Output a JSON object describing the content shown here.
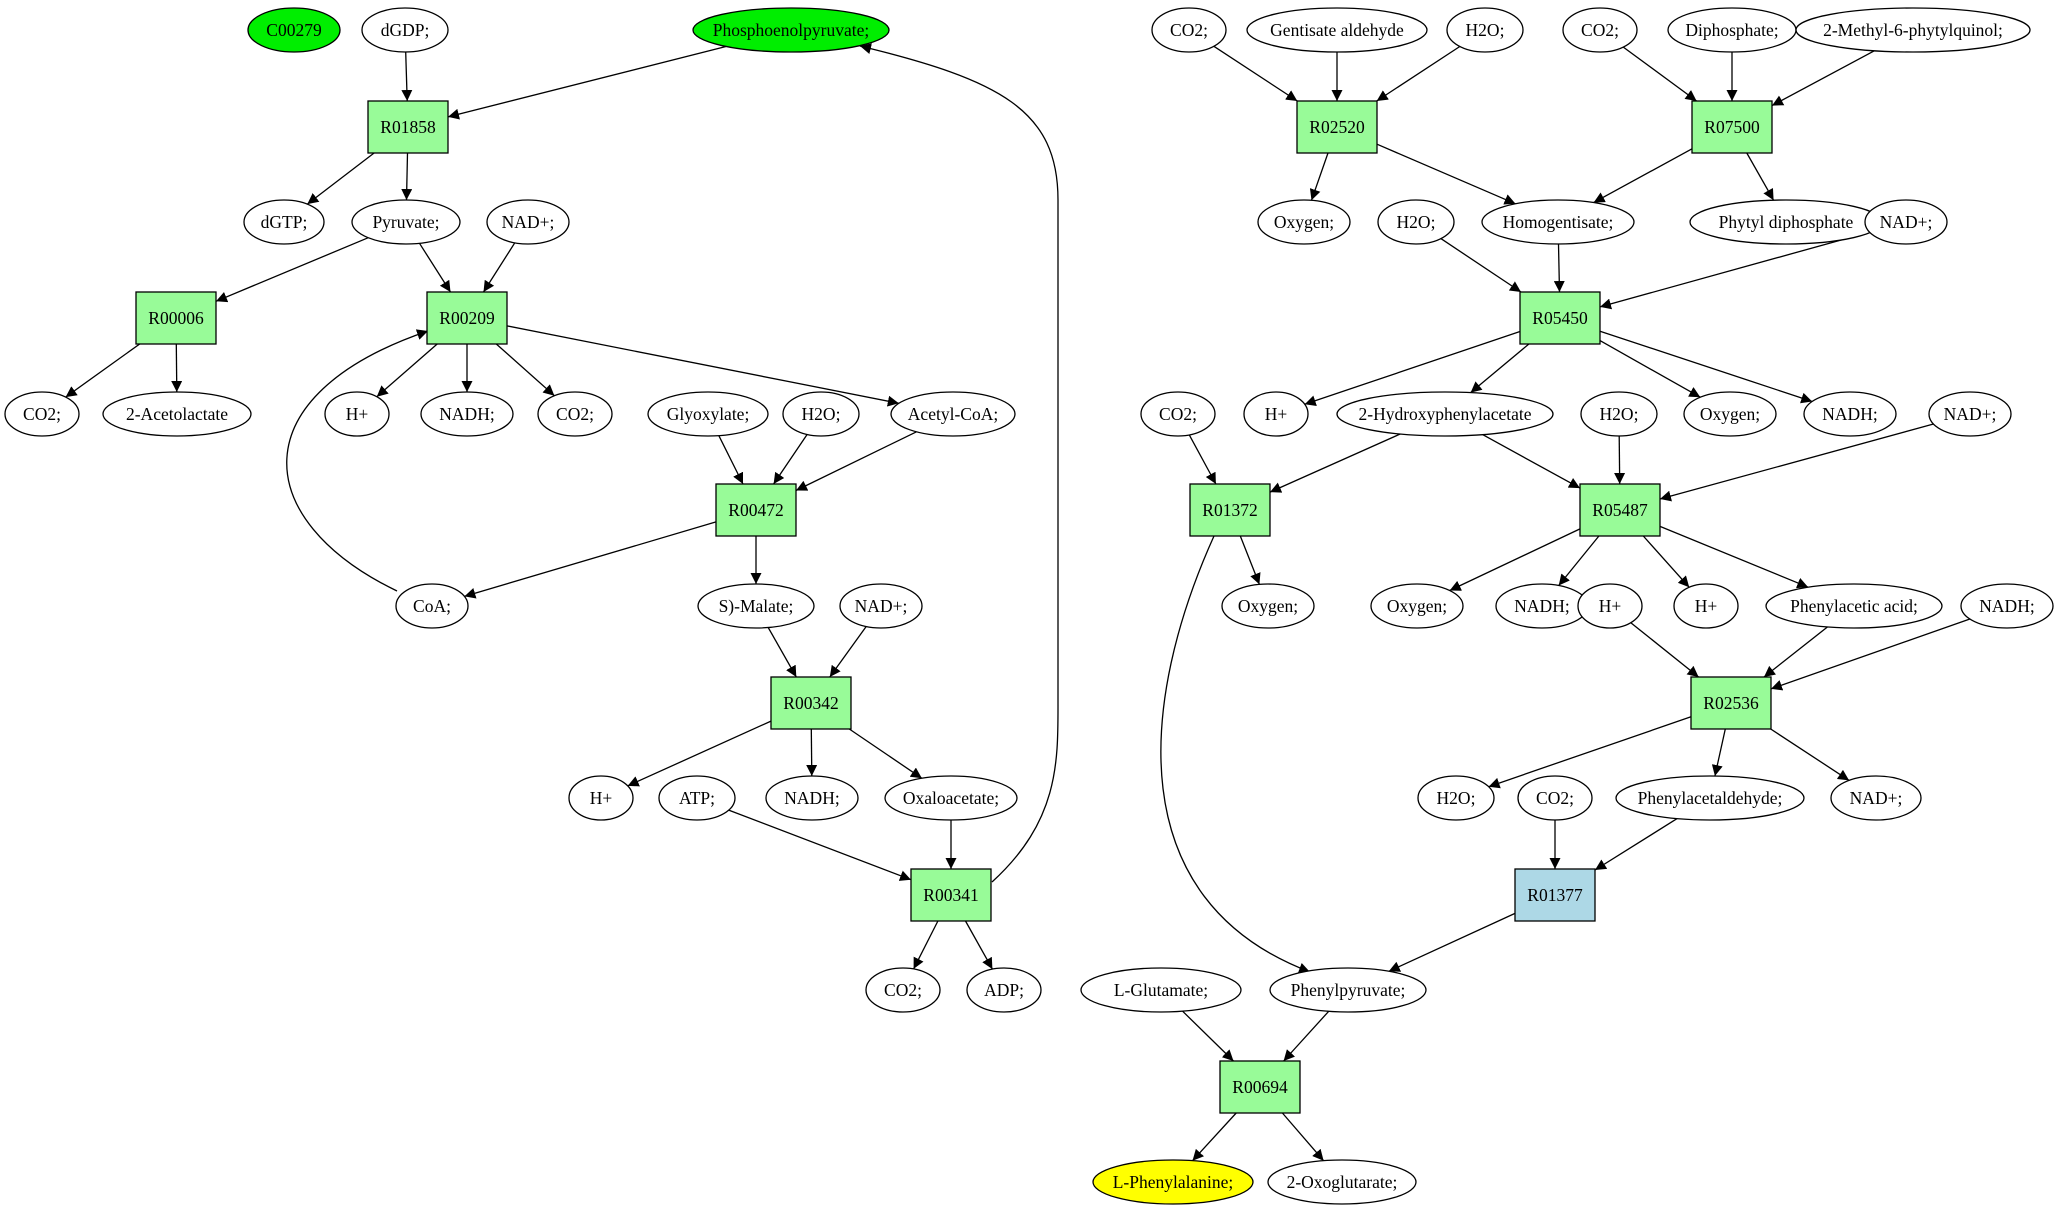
{
  "colors": {
    "reaction": "#98fb98",
    "reaction_alt": "#add8e6",
    "compound": "#ffffff",
    "source": "#00ee00",
    "target": "#ffff00"
  },
  "reactions": [
    {
      "id": "R01858",
      "fill": "reaction"
    },
    {
      "id": "R00006",
      "fill": "reaction"
    },
    {
      "id": "R00209",
      "fill": "reaction"
    },
    {
      "id": "R00472",
      "fill": "reaction"
    },
    {
      "id": "R00342",
      "fill": "reaction"
    },
    {
      "id": "R00341",
      "fill": "reaction"
    },
    {
      "id": "R02520",
      "fill": "reaction"
    },
    {
      "id": "R07500",
      "fill": "reaction"
    },
    {
      "id": "R05450",
      "fill": "reaction"
    },
    {
      "id": "R01372",
      "fill": "reaction"
    },
    {
      "id": "R05487",
      "fill": "reaction"
    },
    {
      "id": "R02536",
      "fill": "reaction"
    },
    {
      "id": "R01377",
      "fill": "reaction_alt"
    },
    {
      "id": "R00694",
      "fill": "reaction"
    }
  ],
  "compounds": [
    {
      "key": "c00279",
      "label": "C00279",
      "fill": "source"
    },
    {
      "key": "dgdp",
      "label": "dGDP;",
      "fill": "compound"
    },
    {
      "key": "pep",
      "label": "Phosphoenolpyruvate;",
      "fill": "source"
    },
    {
      "key": "dgtp",
      "label": "dGTP;",
      "fill": "compound"
    },
    {
      "key": "pyruvate",
      "label": "Pyruvate;",
      "fill": "compound"
    },
    {
      "key": "nad_a",
      "label": "NAD+;",
      "fill": "compound"
    },
    {
      "key": "co2_a",
      "label": "CO2;",
      "fill": "compound"
    },
    {
      "key": "acetolactate",
      "label": "2-Acetolactate",
      "fill": "compound"
    },
    {
      "key": "h_a",
      "label": "H+",
      "fill": "compound"
    },
    {
      "key": "nadh_a",
      "label": "NADH;",
      "fill": "compound"
    },
    {
      "key": "co2_b",
      "label": "CO2;",
      "fill": "compound"
    },
    {
      "key": "glyoxylate",
      "label": "Glyoxylate;",
      "fill": "compound"
    },
    {
      "key": "h2o_a",
      "label": "H2O;",
      "fill": "compound"
    },
    {
      "key": "acetylcoa",
      "label": "Acetyl-CoA;",
      "fill": "compound"
    },
    {
      "key": "coa",
      "label": "CoA;",
      "fill": "compound"
    },
    {
      "key": "malate",
      "label": "S)-Malate;",
      "fill": "compound"
    },
    {
      "key": "nad_b",
      "label": "NAD+;",
      "fill": "compound"
    },
    {
      "key": "h_b",
      "label": "H+",
      "fill": "compound"
    },
    {
      "key": "atp",
      "label": "ATP;",
      "fill": "compound"
    },
    {
      "key": "nadh_b",
      "label": "NADH;",
      "fill": "compound"
    },
    {
      "key": "oxaloacetate",
      "label": "Oxaloacetate;",
      "fill": "compound"
    },
    {
      "key": "co2_c",
      "label": "CO2;",
      "fill": "compound"
    },
    {
      "key": "adp",
      "label": "ADP;",
      "fill": "compound"
    },
    {
      "key": "co2_d",
      "label": "CO2;",
      "fill": "compound"
    },
    {
      "key": "gentisald",
      "label": "Gentisate aldehyde",
      "fill": "compound"
    },
    {
      "key": "h2o_b",
      "label": "H2O;",
      "fill": "compound"
    },
    {
      "key": "co2_e",
      "label": "CO2;",
      "fill": "compound"
    },
    {
      "key": "diphosphate",
      "label": "Diphosphate;",
      "fill": "compound"
    },
    {
      "key": "methylphytyl",
      "label": "2-Methyl-6-phytylquinol;",
      "fill": "compound"
    },
    {
      "key": "oxygen_a",
      "label": "Oxygen;",
      "fill": "compound"
    },
    {
      "key": "h2o_c",
      "label": "H2O;",
      "fill": "compound"
    },
    {
      "key": "homogentisate",
      "label": "Homogentisate;",
      "fill": "compound"
    },
    {
      "key": "phytyldp",
      "label": "Phytyl diphosphate",
      "fill": "compound"
    },
    {
      "key": "nad_c",
      "label": "NAD+;",
      "fill": "compound"
    },
    {
      "key": "co2_f",
      "label": "CO2;",
      "fill": "compound"
    },
    {
      "key": "h_c",
      "label": "H+",
      "fill": "compound"
    },
    {
      "key": "hydroxyphenylacetate",
      "label": "2-Hydroxyphenylacetate",
      "fill": "compound"
    },
    {
      "key": "h2o_d",
      "label": "H2O;",
      "fill": "compound"
    },
    {
      "key": "oxygen_b",
      "label": "Oxygen;",
      "fill": "compound"
    },
    {
      "key": "nadh_c",
      "label": "NADH;",
      "fill": "compound"
    },
    {
      "key": "nad_d",
      "label": "NAD+;",
      "fill": "compound"
    },
    {
      "key": "oxygen_c",
      "label": "Oxygen;",
      "fill": "compound"
    },
    {
      "key": "oxygen_d",
      "label": "Oxygen;",
      "fill": "compound"
    },
    {
      "key": "nadh_d",
      "label": "NADH;",
      "fill": "compound"
    },
    {
      "key": "h_d",
      "label": "H+",
      "fill": "compound"
    },
    {
      "key": "h_e",
      "label": "H+",
      "fill": "compound"
    },
    {
      "key": "phenylacetic",
      "label": "Phenylacetic acid;",
      "fill": "compound"
    },
    {
      "key": "nadh_e",
      "label": "NADH;",
      "fill": "compound"
    },
    {
      "key": "h2o_e",
      "label": "H2O;",
      "fill": "compound"
    },
    {
      "key": "co2_g",
      "label": "CO2;",
      "fill": "compound"
    },
    {
      "key": "phenylacetaldehyde",
      "label": "Phenylacetaldehyde;",
      "fill": "compound"
    },
    {
      "key": "nad_e",
      "label": "NAD+;",
      "fill": "compound"
    },
    {
      "key": "glutamate",
      "label": "L-Glutamate;",
      "fill": "compound"
    },
    {
      "key": "phenylpyruvate",
      "label": "Phenylpyruvate;",
      "fill": "compound"
    },
    {
      "key": "phenylalanine",
      "label": "L-Phenylalanine;",
      "fill": "target"
    },
    {
      "key": "oxoglutarate",
      "label": "2-Oxoglutarate;",
      "fill": "compound"
    }
  ]
}
